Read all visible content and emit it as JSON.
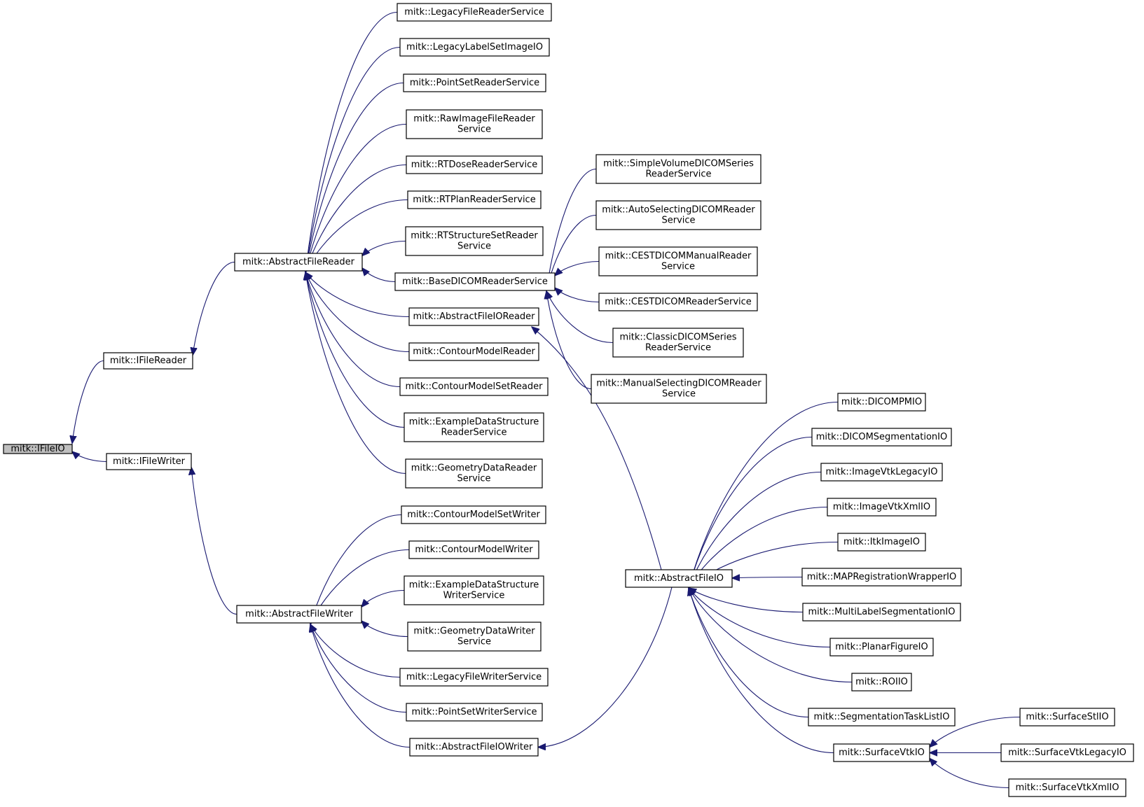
{
  "diagram": {
    "type": "class-inheritance-graph",
    "colors": {
      "edge": "#191970",
      "node_border": "#000000",
      "root_fill": "#bfbfbf",
      "node_fill": "#ffffff"
    },
    "nodes": [
      {
        "id": "IFileIO",
        "lines": [
          "mitk::IFileIO"
        ],
        "root": true
      },
      {
        "id": "IFileReader",
        "lines": [
          "mitk::IFileReader"
        ]
      },
      {
        "id": "IFileWriter",
        "lines": [
          "mitk::IFileWriter"
        ]
      },
      {
        "id": "AbstractFileReader",
        "lines": [
          "mitk::AbstractFileReader"
        ]
      },
      {
        "id": "AbstractFileWriter",
        "lines": [
          "mitk::AbstractFileWriter"
        ]
      },
      {
        "id": "LegacyFileReaderService",
        "lines": [
          "mitk::LegacyFileReaderService"
        ]
      },
      {
        "id": "LegacyLabelSetImageIO",
        "lines": [
          "mitk::LegacyLabelSetImageIO"
        ]
      },
      {
        "id": "PointSetReaderService",
        "lines": [
          "mitk::PointSetReaderService"
        ]
      },
      {
        "id": "RawImageFileReaderService",
        "lines": [
          "mitk::RawImageFileReader",
          "Service"
        ]
      },
      {
        "id": "RTDoseReaderService",
        "lines": [
          "mitk::RTDoseReaderService"
        ]
      },
      {
        "id": "RTPlanReaderService",
        "lines": [
          "mitk::RTPlanReaderService"
        ]
      },
      {
        "id": "RTStructureSetReaderService",
        "lines": [
          "mitk::RTStructureSetReader",
          "Service"
        ]
      },
      {
        "id": "BaseDICOMReaderService",
        "lines": [
          "mitk::BaseDICOMReaderService"
        ]
      },
      {
        "id": "AbstractFileIOReader",
        "lines": [
          "mitk::AbstractFileIOReader"
        ]
      },
      {
        "id": "ContourModelReader",
        "lines": [
          "mitk::ContourModelReader"
        ]
      },
      {
        "id": "ContourModelSetReader",
        "lines": [
          "mitk::ContourModelSetReader"
        ]
      },
      {
        "id": "ExampleDataStructureReaderService",
        "lines": [
          "mitk::ExampleDataStructure",
          "ReaderService"
        ]
      },
      {
        "id": "GeometryDataReaderService",
        "lines": [
          "mitk::GeometryDataReader",
          "Service"
        ]
      },
      {
        "id": "SimpleVolumeDICOMSeriesReaderService",
        "lines": [
          "mitk::SimpleVolumeDICOMSeries",
          "ReaderService"
        ]
      },
      {
        "id": "AutoSelectingDICOMReaderService",
        "lines": [
          "mitk::AutoSelectingDICOMReader",
          "Service"
        ]
      },
      {
        "id": "CESTDICOMManualReaderService",
        "lines": [
          "mitk::CESTDICOMManualReader",
          "Service"
        ]
      },
      {
        "id": "CESTDICOMReaderService",
        "lines": [
          "mitk::CESTDICOMReaderService"
        ]
      },
      {
        "id": "ClassicDICOMSeriesReaderService",
        "lines": [
          "mitk::ClassicDICOMSeries",
          "ReaderService"
        ]
      },
      {
        "id": "ManualSelectingDICOMReaderService",
        "lines": [
          "mitk::ManualSelectingDICOMReader",
          "Service"
        ]
      },
      {
        "id": "ContourModelSetWriter",
        "lines": [
          "mitk::ContourModelSetWriter"
        ]
      },
      {
        "id": "ContourModelWriter",
        "lines": [
          "mitk::ContourModelWriter"
        ]
      },
      {
        "id": "ExampleDataStructureWriterService",
        "lines": [
          "mitk::ExampleDataStructure",
          "WriterService"
        ]
      },
      {
        "id": "GeometryDataWriterService",
        "lines": [
          "mitk::GeometryDataWriter",
          "Service"
        ]
      },
      {
        "id": "LegacyFileWriterService",
        "lines": [
          "mitk::LegacyFileWriterService"
        ]
      },
      {
        "id": "PointSetWriterService",
        "lines": [
          "mitk::PointSetWriterService"
        ]
      },
      {
        "id": "AbstractFileIOWriter",
        "lines": [
          "mitk::AbstractFileIOWriter"
        ]
      },
      {
        "id": "AbstractFileIO",
        "lines": [
          "mitk::AbstractFileIO"
        ]
      },
      {
        "id": "DICOMPMIO",
        "lines": [
          "mitk::DICOMPMIO"
        ]
      },
      {
        "id": "DICOMSegmentationIO",
        "lines": [
          "mitk::DICOMSegmentationIO"
        ]
      },
      {
        "id": "ImageVtkLegacyIO",
        "lines": [
          "mitk::ImageVtkLegacyIO"
        ]
      },
      {
        "id": "ImageVtkXmlIO",
        "lines": [
          "mitk::ImageVtkXmlIO"
        ]
      },
      {
        "id": "ItkImageIO",
        "lines": [
          "mitk::ItkImageIO"
        ]
      },
      {
        "id": "MAPRegistrationWrapperIO",
        "lines": [
          "mitk::MAPRegistrationWrapperIO"
        ]
      },
      {
        "id": "MultiLabelSegmentationIO",
        "lines": [
          "mitk::MultiLabelSegmentationIO"
        ]
      },
      {
        "id": "PlanarFigureIO",
        "lines": [
          "mitk::PlanarFigureIO"
        ]
      },
      {
        "id": "ROIIO",
        "lines": [
          "mitk::ROIIO"
        ]
      },
      {
        "id": "SegmentationTaskListIO",
        "lines": [
          "mitk::SegmentationTaskListIO"
        ]
      },
      {
        "id": "SurfaceVtkIO",
        "lines": [
          "mitk::SurfaceVtkIO"
        ]
      },
      {
        "id": "SurfaceStlIO",
        "lines": [
          "mitk::SurfaceStlIO"
        ]
      },
      {
        "id": "SurfaceVtkLegacyIO",
        "lines": [
          "mitk::SurfaceVtkLegacyIO"
        ]
      },
      {
        "id": "SurfaceVtkXmlIO",
        "lines": [
          "mitk::SurfaceVtkXmlIO"
        ]
      }
    ],
    "edges": [
      {
        "from": "IFileReader",
        "to": "IFileIO"
      },
      {
        "from": "IFileWriter",
        "to": "IFileIO"
      },
      {
        "from": "AbstractFileReader",
        "to": "IFileReader"
      },
      {
        "from": "AbstractFileWriter",
        "to": "IFileWriter"
      },
      {
        "from": "LegacyFileReaderService",
        "to": "AbstractFileReader"
      },
      {
        "from": "LegacyLabelSetImageIO",
        "to": "AbstractFileReader"
      },
      {
        "from": "PointSetReaderService",
        "to": "AbstractFileReader"
      },
      {
        "from": "RawImageFileReaderService",
        "to": "AbstractFileReader"
      },
      {
        "from": "RTDoseReaderService",
        "to": "AbstractFileReader"
      },
      {
        "from": "RTPlanReaderService",
        "to": "AbstractFileReader"
      },
      {
        "from": "RTStructureSetReaderService",
        "to": "AbstractFileReader"
      },
      {
        "from": "BaseDICOMReaderService",
        "to": "AbstractFileReader"
      },
      {
        "from": "AbstractFileIOReader",
        "to": "AbstractFileReader"
      },
      {
        "from": "ContourModelReader",
        "to": "AbstractFileReader"
      },
      {
        "from": "ContourModelSetReader",
        "to": "AbstractFileReader"
      },
      {
        "from": "ExampleDataStructureReaderService",
        "to": "AbstractFileReader"
      },
      {
        "from": "GeometryDataReaderService",
        "to": "AbstractFileReader"
      },
      {
        "from": "SimpleVolumeDICOMSeriesReaderService",
        "to": "BaseDICOMReaderService"
      },
      {
        "from": "AutoSelectingDICOMReaderService",
        "to": "BaseDICOMReaderService"
      },
      {
        "from": "CESTDICOMManualReaderService",
        "to": "BaseDICOMReaderService"
      },
      {
        "from": "CESTDICOMReaderService",
        "to": "BaseDICOMReaderService"
      },
      {
        "from": "ClassicDICOMSeriesReaderService",
        "to": "BaseDICOMReaderService"
      },
      {
        "from": "ManualSelectingDICOMReaderService",
        "to": "BaseDICOMReaderService"
      },
      {
        "from": "ContourModelSetWriter",
        "to": "AbstractFileWriter"
      },
      {
        "from": "ContourModelWriter",
        "to": "AbstractFileWriter"
      },
      {
        "from": "ExampleDataStructureWriterService",
        "to": "AbstractFileWriter"
      },
      {
        "from": "GeometryDataWriterService",
        "to": "AbstractFileWriter"
      },
      {
        "from": "LegacyFileWriterService",
        "to": "AbstractFileWriter"
      },
      {
        "from": "PointSetWriterService",
        "to": "AbstractFileWriter"
      },
      {
        "from": "AbstractFileIOWriter",
        "to": "AbstractFileWriter"
      },
      {
        "from": "AbstractFileIO",
        "to": "AbstractFileIOReader"
      },
      {
        "from": "AbstractFileIO",
        "to": "AbstractFileIOWriter"
      },
      {
        "from": "DICOMPMIO",
        "to": "AbstractFileIO"
      },
      {
        "from": "DICOMSegmentationIO",
        "to": "AbstractFileIO"
      },
      {
        "from": "ImageVtkLegacyIO",
        "to": "AbstractFileIO"
      },
      {
        "from": "ImageVtkXmlIO",
        "to": "AbstractFileIO"
      },
      {
        "from": "ItkImageIO",
        "to": "AbstractFileIO"
      },
      {
        "from": "MAPRegistrationWrapperIO",
        "to": "AbstractFileIO"
      },
      {
        "from": "MultiLabelSegmentationIO",
        "to": "AbstractFileIO"
      },
      {
        "from": "PlanarFigureIO",
        "to": "AbstractFileIO"
      },
      {
        "from": "ROIIO",
        "to": "AbstractFileIO"
      },
      {
        "from": "SegmentationTaskListIO",
        "to": "AbstractFileIO"
      },
      {
        "from": "SurfaceVtkIO",
        "to": "AbstractFileIO"
      },
      {
        "from": "SurfaceStlIO",
        "to": "SurfaceVtkIO"
      },
      {
        "from": "SurfaceVtkLegacyIO",
        "to": "SurfaceVtkIO"
      },
      {
        "from": "SurfaceVtkXmlIO",
        "to": "SurfaceVtkIO"
      }
    ]
  }
}
